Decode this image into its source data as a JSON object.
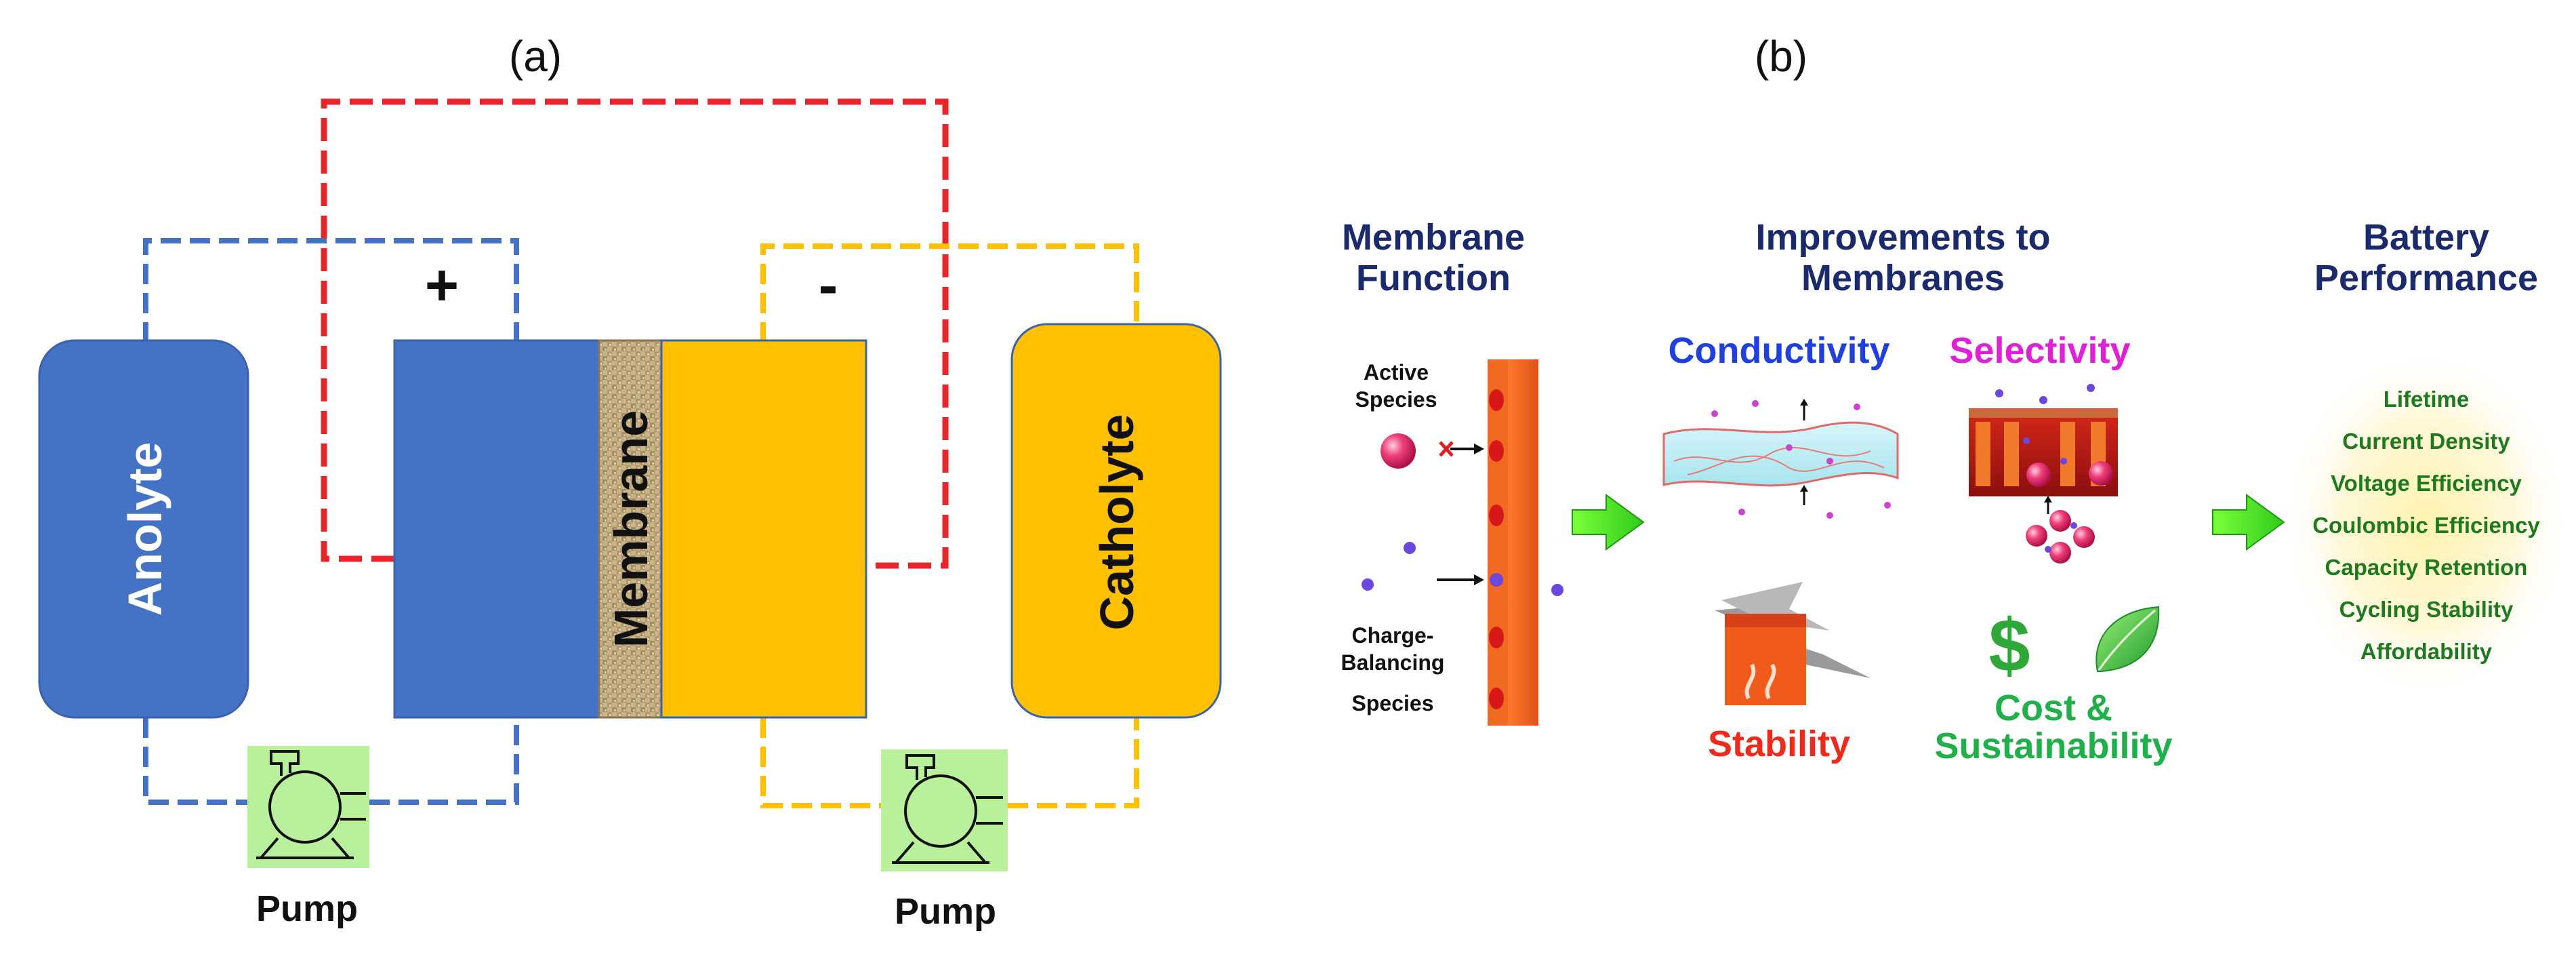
{
  "panel_a": {
    "label": "(a)",
    "plus": "+",
    "minus": "-",
    "anolyte": "Anolyte",
    "membrane": "Membrane",
    "catholyte": "Catholyte",
    "pump_left": "Pump",
    "pump_right": "Pump"
  },
  "panel_b": {
    "label": "(b)",
    "membrane_function": [
      "Membrane",
      "Function"
    ],
    "improvements": [
      "Improvements to",
      "Membranes"
    ],
    "battery_performance": [
      "Battery",
      "Performance"
    ],
    "active_species": [
      "Active",
      "Species"
    ],
    "charge_balancing_species": [
      "Charge-",
      "Balancing",
      "Species"
    ],
    "conductivity": "Conductivity",
    "selectivity": "Selectivity",
    "stability": "Stability",
    "cost_sustainability": [
      "Cost &",
      "Sustainability"
    ],
    "dollar_symbol": "$",
    "performance_metrics": [
      "Lifetime",
      "Current Density",
      "Voltage Efficiency",
      "Coulombic Efficiency",
      "Capacity Retention",
      "Cycling Stability",
      "Affordability"
    ]
  },
  "colors": {
    "blue": "#4472C4",
    "orange": "#FFC000",
    "red_wire": "#E8262A",
    "pump_bg": "#B8F09C",
    "navy_text": "#1A2A6C",
    "conductivity": "#1F3FE0",
    "selectivity": "#E020D8",
    "stability": "#F02A1A",
    "sustainability": "#1FB04A",
    "metric_green": "#1E7A1E"
  }
}
